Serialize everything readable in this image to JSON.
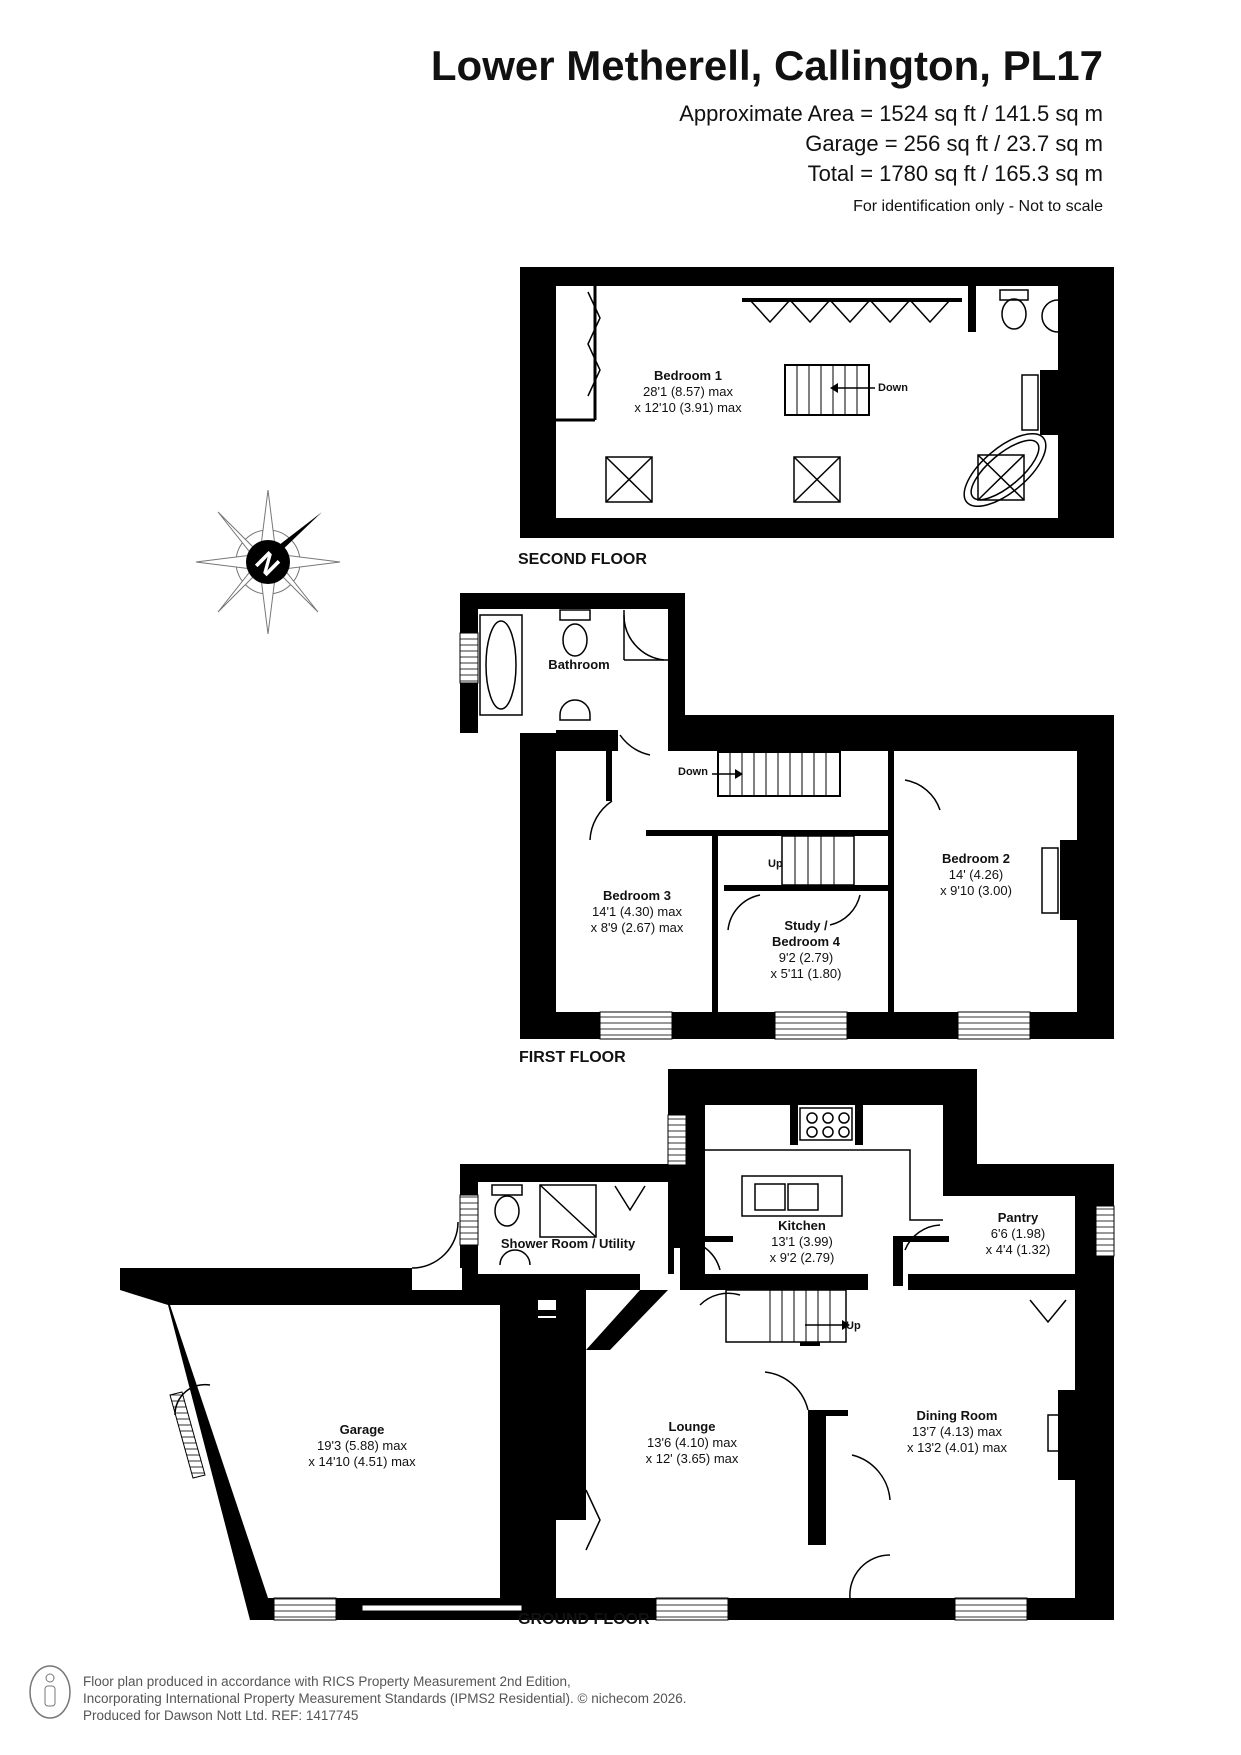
{
  "header": {
    "title": "Lower Metherell, Callington, PL17",
    "area_lines": [
      "Approximate Area = 1524 sq ft / 141.5 sq m",
      "Garage = 256 sq ft / 23.7 sq m",
      "Total = 1780 sq ft / 165.3 sq m"
    ],
    "note": "For identification only - Not to scale"
  },
  "compass": {
    "label": "N",
    "icon": "north-arrow-icon"
  },
  "floors": {
    "second": {
      "label": "SECOND FLOOR",
      "rooms": {
        "bedroom1": {
          "name": "Bedroom 1",
          "dim1": "28'1 (8.57) max",
          "dim2": "x 12'10 (3.91) max"
        }
      },
      "stairs_label": "Down"
    },
    "first": {
      "label": "FIRST FLOOR",
      "rooms": {
        "bathroom": {
          "name": "Bathroom"
        },
        "bedroom3": {
          "name": "Bedroom 3",
          "dim1": "14'1 (4.30) max",
          "dim2": "x 8'9 (2.67) max"
        },
        "study": {
          "name": "Study /",
          "name2": "Bedroom 4",
          "dim1": "9'2 (2.79)",
          "dim2": "x 5'11 (1.80)"
        },
        "bedroom2": {
          "name": "Bedroom 2",
          "dim1": "14' (4.26)",
          "dim2": "x 9'10 (3.00)"
        }
      },
      "stairs_down": "Down",
      "stairs_up": "Up"
    },
    "ground": {
      "label": "GROUND FLOOR",
      "rooms": {
        "shower": {
          "name": "Shower Room / Utility"
        },
        "kitchen": {
          "name": "Kitchen",
          "dim1": "13'1 (3.99)",
          "dim2": "x 9'2 (2.79)"
        },
        "pantry": {
          "name": "Pantry",
          "dim1": "6'6 (1.98)",
          "dim2": "x 4'4 (1.32)"
        },
        "garage": {
          "name": "Garage",
          "dim1": "19'3 (5.88) max",
          "dim2": "x 14'10 (4.51) max"
        },
        "lounge": {
          "name": "Lounge",
          "dim1": "13'6 (4.10) max",
          "dim2": "x 12' (3.65) max"
        },
        "dining": {
          "name": "Dining Room",
          "dim1": "13'7 (4.13) max",
          "dim2": "x 13'2 (4.01) max"
        }
      },
      "stairs_up": "Up"
    }
  },
  "footer": {
    "line1": "Floor plan produced in accordance with RICS Property Measurement 2nd Edition,",
    "line2": "Incorporating International Property Measurement Standards (IPMS2 Residential).  © nichecom 2026.",
    "line3": "Produced for Dawson Nott Ltd.   REF:    1417745",
    "icon": "person-info-icon"
  }
}
